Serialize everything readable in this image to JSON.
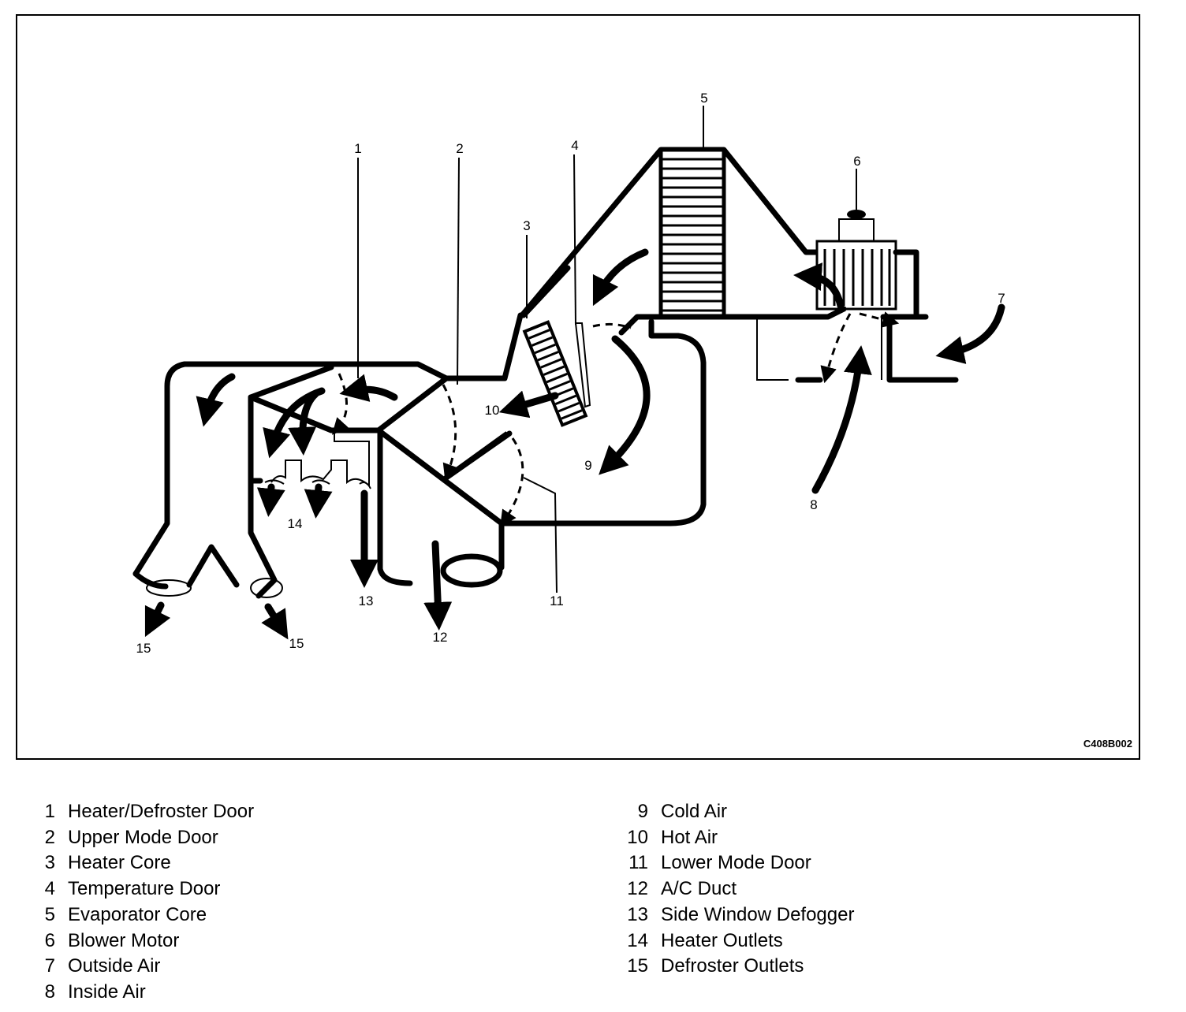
{
  "diagram": {
    "code": "C408B002",
    "callouts": {
      "c1": "1",
      "c2": "2",
      "c3": "3",
      "c4": "4",
      "c5": "5",
      "c6": "6",
      "c7": "7",
      "c8": "8",
      "c9": "9",
      "c10": "10",
      "c11": "11",
      "c12": "12",
      "c13": "13",
      "c14": "14",
      "c15a": "15",
      "c15b": "15"
    }
  },
  "legend": {
    "left": [
      {
        "num": "1",
        "label": "Heater/Defroster Door"
      },
      {
        "num": "2",
        "label": "Upper Mode Door"
      },
      {
        "num": "3",
        "label": "Heater Core"
      },
      {
        "num": "4",
        "label": "Temperature Door"
      },
      {
        "num": "5",
        "label": "Evaporator Core"
      },
      {
        "num": "6",
        "label": "Blower Motor"
      },
      {
        "num": "7",
        "label": "Outside Air"
      },
      {
        "num": "8",
        "label": "Inside Air"
      }
    ],
    "right": [
      {
        "num": "9",
        "label": "Cold Air"
      },
      {
        "num": "10",
        "label": "Hot Air"
      },
      {
        "num": "11",
        "label": "Lower Mode Door"
      },
      {
        "num": "12",
        "label": "A/C Duct"
      },
      {
        "num": "13",
        "label": "Side Window Defogger"
      },
      {
        "num": "14",
        "label": "Heater Outlets"
      },
      {
        "num": "15",
        "label": "Defroster Outlets"
      }
    ]
  }
}
